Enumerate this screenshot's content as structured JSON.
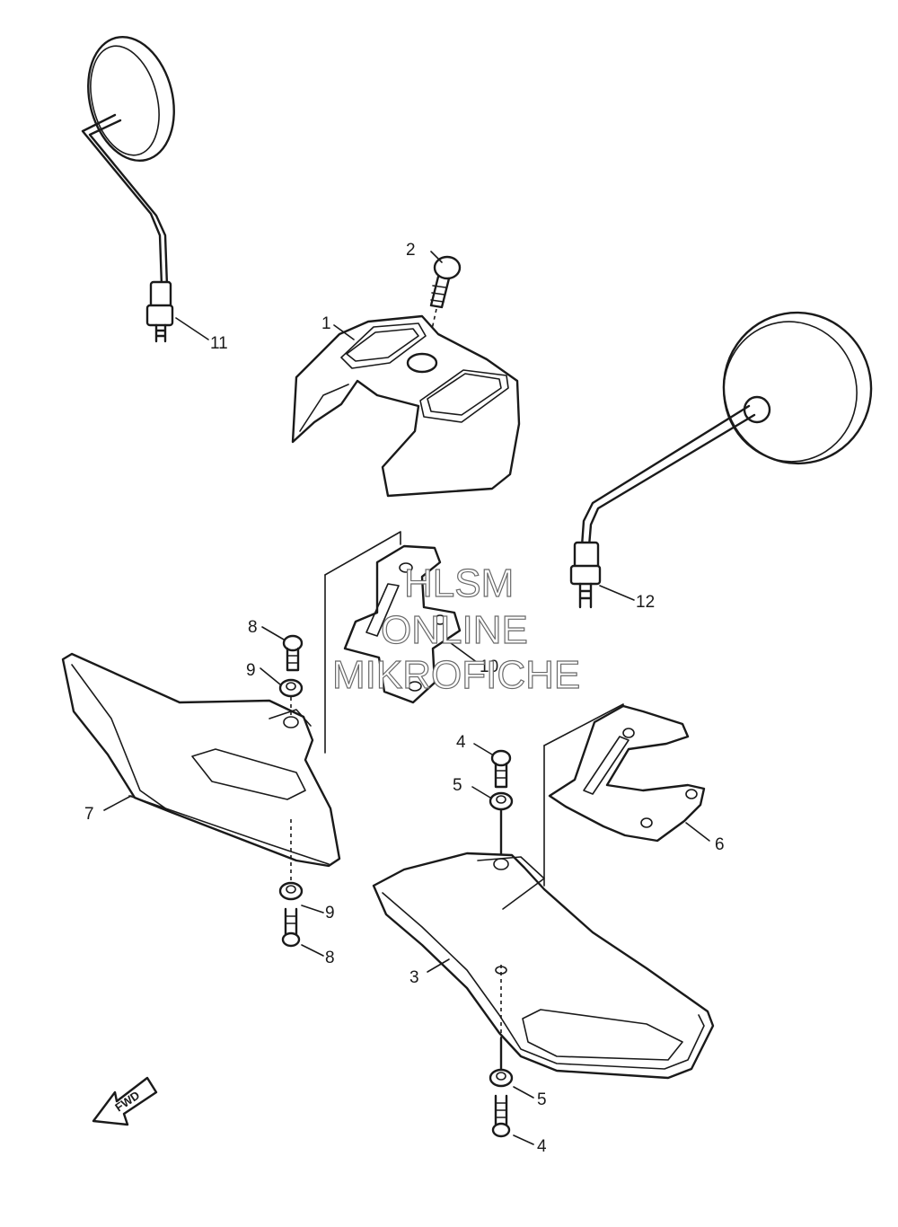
{
  "diagram": {
    "callouts": {
      "p1": "1",
      "p2": "2",
      "p3": "3",
      "p4a": "4",
      "p4b": "4",
      "p5a": "5",
      "p5b": "5",
      "p6": "6",
      "p7": "7",
      "p8a": "8",
      "p8b": "8",
      "p9a": "9",
      "p9b": "9",
      "p10": "10",
      "p11": "11",
      "p12": "12"
    },
    "direction_marker": "FWD"
  },
  "watermark": {
    "line1": "HLSM",
    "line2": "ONLINE",
    "line3": "MIKROFICHE"
  }
}
